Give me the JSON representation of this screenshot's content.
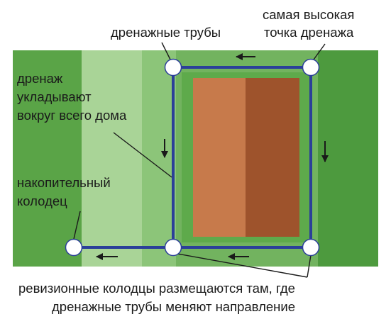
{
  "diagram": {
    "labels": {
      "pipes": "дренажные трубы",
      "highest_point_line1": "самая высокая",
      "highest_point_line2": "точка дренажа",
      "around_line1": "дренаж",
      "around_line2": "укладывают",
      "around_line3": "вокруг всего дома",
      "well_line1": "накопительный",
      "well_line2": "колодец",
      "bottom_line1": "ревизионные колодцы размещаются там, где",
      "bottom_line2": "дренажные трубы меняют направление"
    },
    "colors": {
      "grass_dark": "#4d9a3e",
      "grass_mid": "#7cbb6a",
      "grass_light": "#a8d395",
      "grass_pale": "#c7e3b6",
      "house_light": "#c8794a",
      "house_dark": "#a0552e",
      "pipe": "#2b3f99",
      "well_fill": "#ffffff",
      "text": "#1a1a1a"
    }
  }
}
